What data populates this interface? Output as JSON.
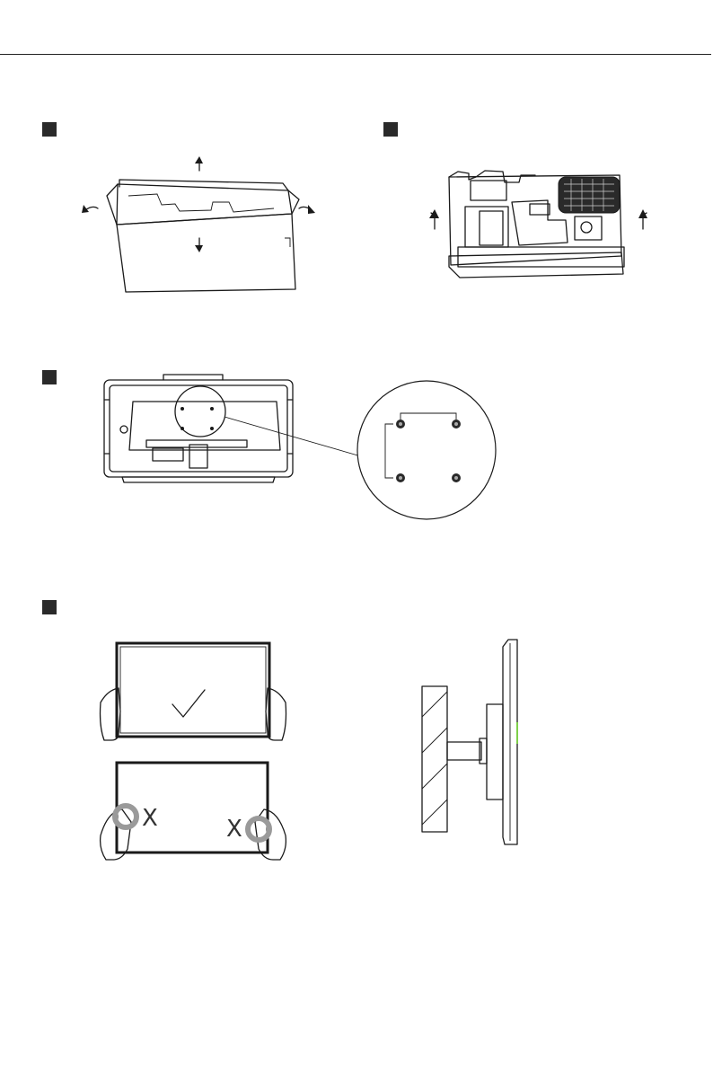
{
  "steps": [
    {
      "id": "step-1",
      "label": ""
    },
    {
      "id": "step-2",
      "label": ""
    },
    {
      "id": "step-3",
      "label": ""
    },
    {
      "id": "step-4",
      "label": ""
    }
  ],
  "figures": {
    "open_box": {
      "icon": "open-box-illustration"
    },
    "foam_tray": {
      "icon": "foam-tray-illustration"
    },
    "monitor_back": {
      "icon": "monitor-back-vesa-illustration"
    },
    "vesa_detail": {
      "icon": "vesa-holes-magnified-icon"
    },
    "handling_correct": {
      "icon": "correct-handling-illustration",
      "mark": "✓"
    },
    "handling_wrong": {
      "icon": "incorrect-handling-illustration",
      "mark_left": "X",
      "mark_right": "X"
    },
    "wall_mount": {
      "icon": "wall-mount-side-view-illustration"
    }
  },
  "colors": {
    "line": "#1a1a1a",
    "marker": "#2a2a2a",
    "wrong_circle": "#9a9a9a",
    "accent": "#7fd04a"
  }
}
